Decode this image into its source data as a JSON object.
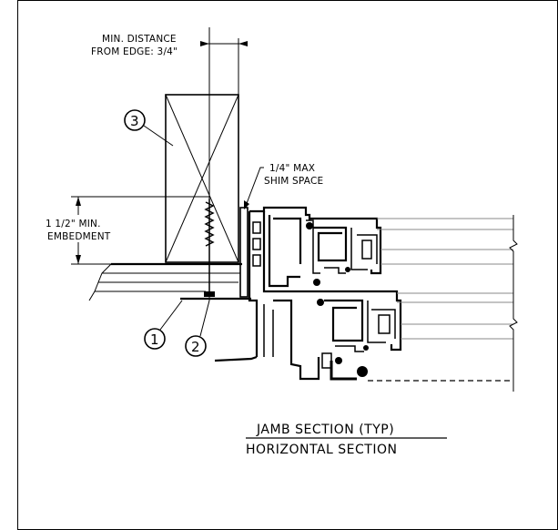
{
  "labels": {
    "min_distance_line1": "MIN. DISTANCE",
    "min_distance_line2": "FROM EDGE: 3/4\"",
    "shim_line1": "1/4\" MAX",
    "shim_line2": "SHIM SPACE",
    "embedment_line1": "1 1/2\" MIN.",
    "embedment_line2": "EMBEDMENT"
  },
  "callouts": {
    "c1": "1",
    "c2": "2",
    "c3": "3"
  },
  "title": {
    "line1": "JAMB SECTION (TYP)",
    "line2": "HORIZONTAL SECTION"
  },
  "colors": {
    "ink": "#000000",
    "frame": "#000000",
    "background": "#ffffff"
  }
}
